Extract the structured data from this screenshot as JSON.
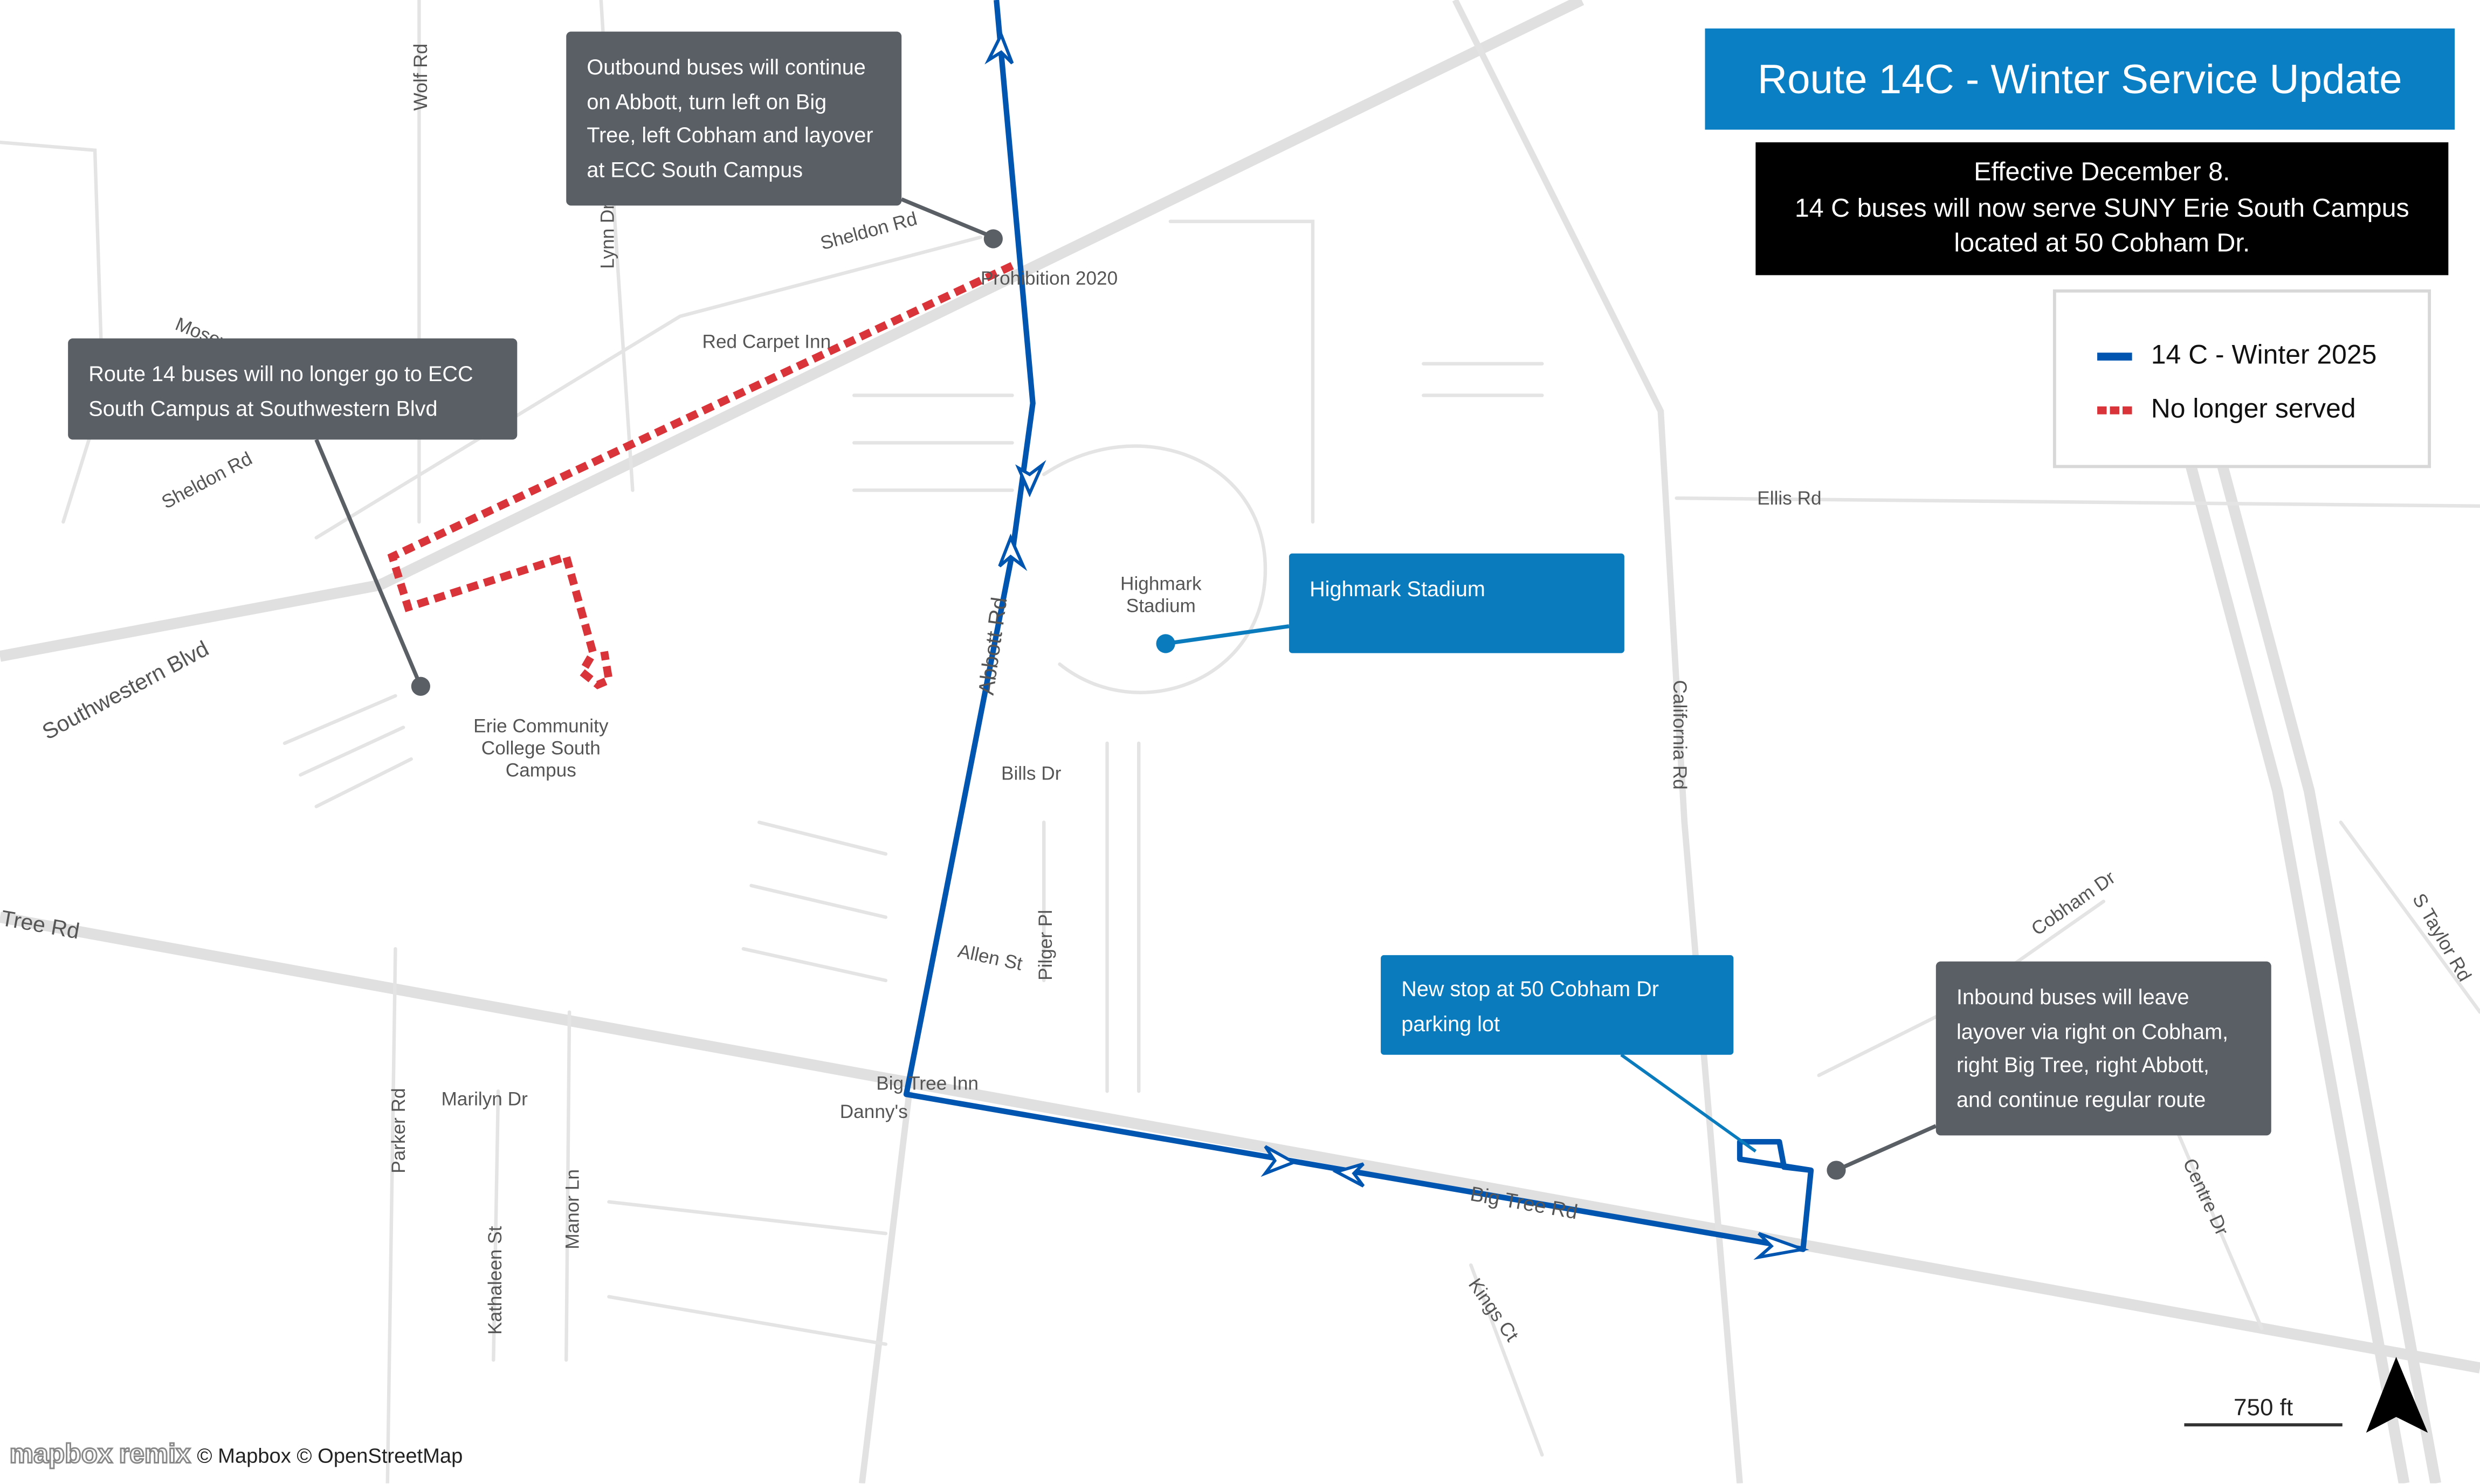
{
  "title": "Route 14C - Winter Service Update",
  "notice": {
    "line1": "Effective December 8.",
    "line2": "14 C buses will now serve SUNY Erie South Campus",
    "line3": "located at 50 Cobham Dr."
  },
  "legend": {
    "items": [
      {
        "label": "14 C - Winter 2025",
        "color": "#0055b0",
        "style": "solid"
      },
      {
        "label": "No longer served",
        "color": "#d9343a",
        "style": "dashed"
      }
    ]
  },
  "callouts": {
    "outbound": "Outbound buses will continue on Abbott, turn left on Big Tree, left Cobham and layover at ECC South Campus",
    "route14": "Route 14 buses will no longer go to ECC South Campus at Southwestern Blvd",
    "stadium": "Highmark Stadium",
    "new_stop": "New stop at 50 Cobham Dr parking lot",
    "inbound": "Inbound buses will leave layover via right on Cobham, right Big Tree, right Abbott, and continue regular route"
  },
  "map_labels": {
    "wolf_rd": "Wolf Rd",
    "lynn_dr": "Lynn Dr",
    "sheldon_rd_1": "Sheldon Rd",
    "sheldon_rd_2": "Sheldon Rd",
    "mosey_ln": "Mosey Ln",
    "prohibition": "Prohibition 2020",
    "red_carpet": "Red Carpet Inn",
    "southwestern": "Southwestern Blvd",
    "ecc_1": "Erie Community",
    "ecc_2": "College South",
    "ecc_3": "Campus",
    "highmark_1": "Highmark",
    "highmark_2": "Stadium",
    "abbott": "Abbott Rd",
    "bills_dr": "Bills Dr",
    "ellis_rd": "Ellis Rd",
    "california_rd": "California Rd",
    "big_tree_w": "Tree Rd",
    "allen_st": "Allen St",
    "pilger_pl": "Pilger Pl",
    "big_tree_inn": "Big Tree Inn",
    "dannys": "Danny's",
    "parker_rd": "Parker Rd",
    "marilyn_dr": "Marilyn Dr",
    "kathaleen_st": "Kathaleen St",
    "manor_ln": "Manor Ln",
    "big_tree_rd": "Big Tree Rd",
    "kings_ct": "Kings Ct",
    "cobham_dr": "Cobham Dr",
    "centre_dr": "Centre Dr",
    "s_taylor": "S Taylor Rd"
  },
  "scale": "750 ft",
  "attribution": {
    "mapbox": "mapbox",
    "remix": "remix",
    "text": "© Mapbox © OpenStreetMap"
  }
}
